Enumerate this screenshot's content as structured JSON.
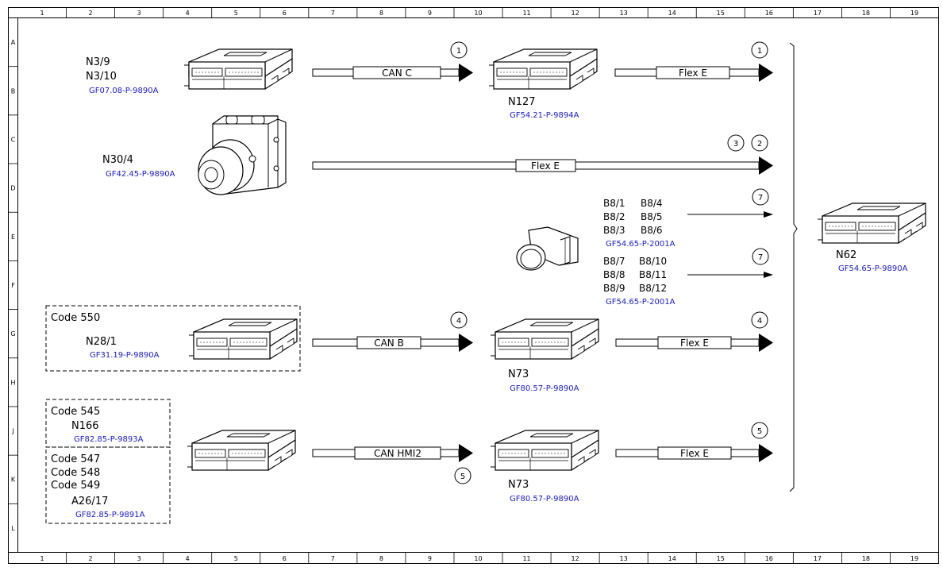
{
  "colors": {
    "reference_link": "#1a1acc",
    "line": "#000000"
  },
  "ruler": {
    "columns": [
      "1",
      "2",
      "3",
      "4",
      "5",
      "6",
      "7",
      "8",
      "9",
      "10",
      "11",
      "12",
      "13",
      "14",
      "15",
      "16",
      "17",
      "18",
      "19"
    ],
    "rows": [
      "A",
      "B",
      "C",
      "D",
      "E",
      "F",
      "G",
      "H",
      "J",
      "K",
      "L"
    ]
  },
  "modules": {
    "n3_9": {
      "label1": "N3/9",
      "label2": "N3/10",
      "ref": "GF07.08-P-9890A",
      "icon": "control-unit-icon"
    },
    "n127": {
      "label": "N127",
      "ref": "GF54.21-P-9894A",
      "icon": "control-unit-icon"
    },
    "n30_4": {
      "label": "N30/4",
      "ref": "GF42.45-P-9890A",
      "icon": "abs-hydraulic-unit-icon"
    },
    "sensors": {
      "group1": [
        "B8/1",
        "B8/4",
        "B8/2",
        "B8/5",
        "B8/3",
        "B8/6"
      ],
      "ref1": "GF54.65-P-2001A",
      "group2": [
        "B8/7",
        "B8/10",
        "B8/8",
        "B8/11",
        "B8/9",
        "B8/12"
      ],
      "ref2": "GF54.65-P-2001A",
      "icon": "parking-sensor-icon"
    },
    "n62": {
      "label": "N62",
      "ref": "GF54.65-P-9890A",
      "icon": "control-unit-icon"
    },
    "n28_1": {
      "code": "Code 550",
      "label": "N28/1",
      "ref": "GF31.19-P-9890A",
      "icon": "control-unit-icon"
    },
    "n73_a": {
      "label": "N73",
      "ref": "GF80.57-P-9890A",
      "icon": "control-unit-icon"
    },
    "n166": {
      "code": "Code 545",
      "label": "N166",
      "ref": "GF82.85-P-9893A"
    },
    "a26_17": {
      "code1": "Code 547",
      "code2": "Code 548",
      "code3": "Code 549",
      "label": "A26/17",
      "ref": "GF82.85-P-9891A"
    },
    "hmi_unit": {
      "icon": "control-unit-icon"
    },
    "n73_b": {
      "label": "N73",
      "ref": "GF80.57-P-9890A",
      "icon": "control-unit-icon"
    }
  },
  "buses": {
    "can_c": "CAN C",
    "flex_e_1": "Flex E",
    "flex_e_2": "Flex E",
    "can_b": "CAN B",
    "flex_e_3": "Flex E",
    "can_hmi2": "CAN HMI2",
    "flex_e_4": "Flex E"
  },
  "markers": {
    "m1a": "1",
    "m1b": "1",
    "m3": "3",
    "m2": "2",
    "m7a": "7",
    "m7b": "7",
    "m4a": "4",
    "m4b": "4",
    "m5a": "5",
    "m5b": "5"
  }
}
